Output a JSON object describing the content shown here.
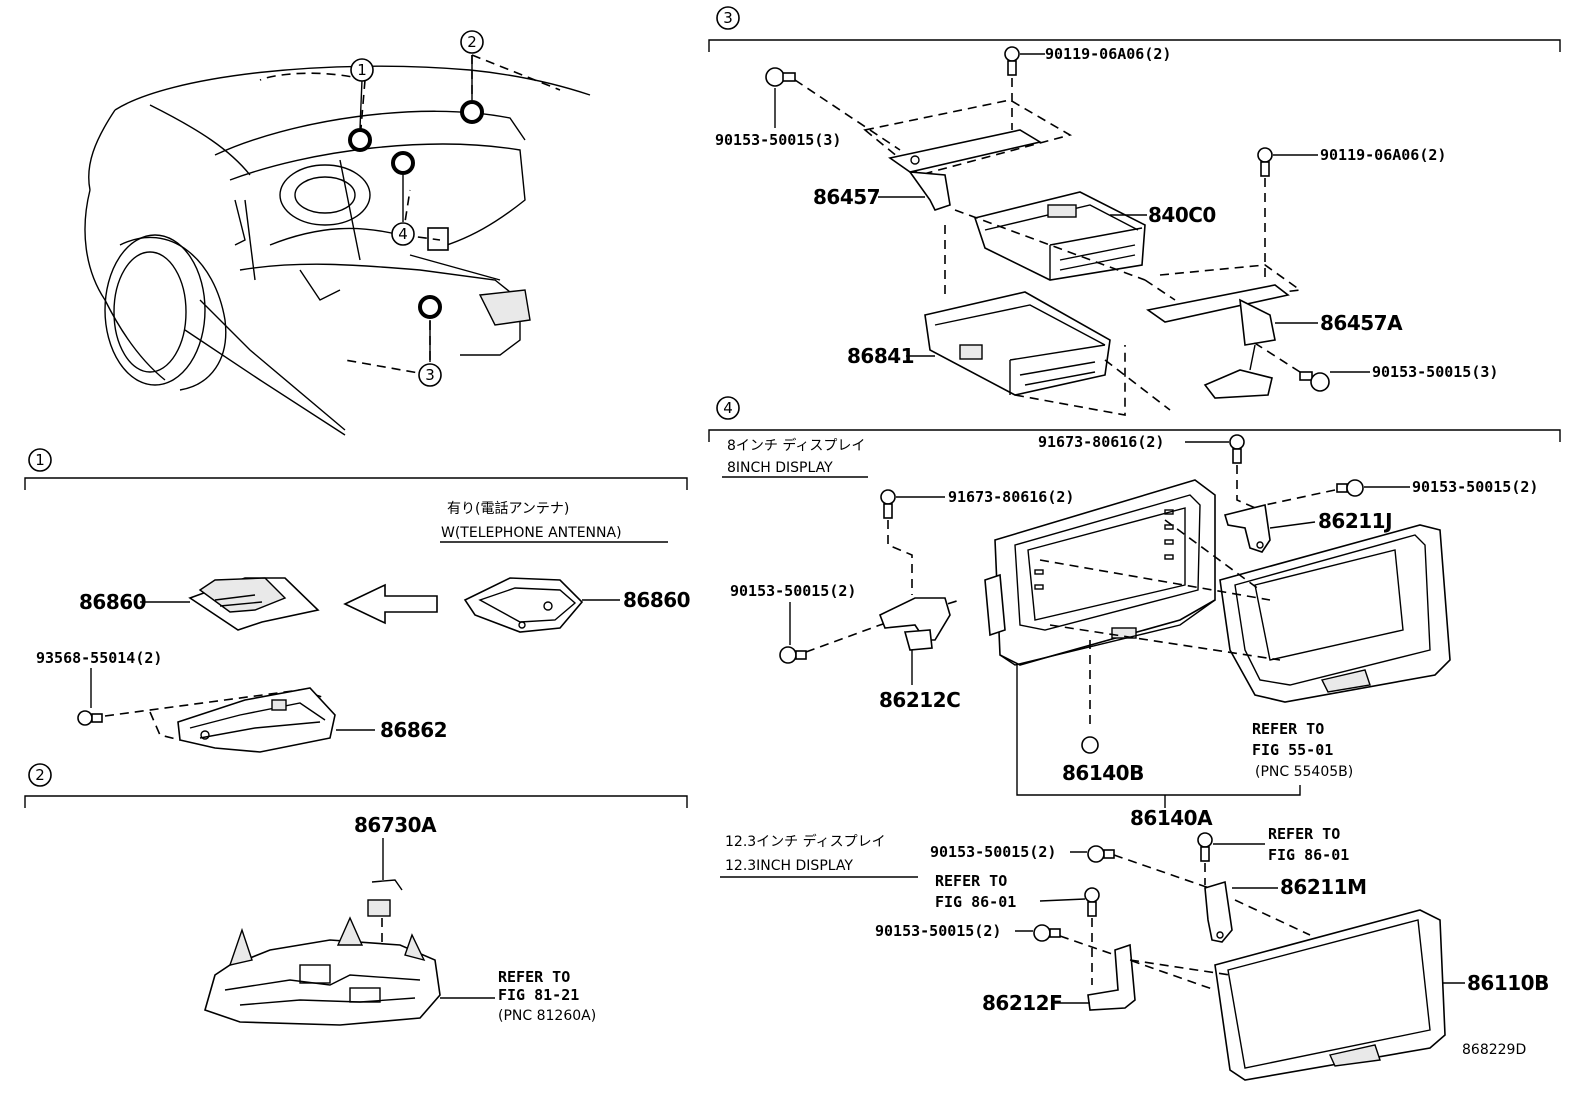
{
  "sections": {
    "s1": "1",
    "s2": "2",
    "s3": "3",
    "s4": "4"
  },
  "overview": {
    "c1": "1",
    "c2": "2",
    "c3": "3",
    "c4": "4"
  },
  "sec1": {
    "cond_jp": "有り(電話アンテナ)",
    "cond_en": "W(TELEPHONE ANTENNA)",
    "p86860_left": "86860",
    "p86860_right": "86860",
    "p93568": "93568-55014(2)",
    "p86862": "86862"
  },
  "sec2": {
    "p86730A": "86730A",
    "refer1": "REFER TO",
    "refer2": "FIG 81-21",
    "refer3": "(PNC 81260A)"
  },
  "sec3": {
    "p90119_a": "90119-06A06(2)",
    "p90153_a": "90153-50015(3)",
    "p86457": "86457",
    "p840C0": "840C0",
    "p90119_b": "90119-06A06(2)",
    "p86841": "86841",
    "p86457A": "86457A",
    "p90153_b": "90153-50015(3)"
  },
  "sec4": {
    "disp8_jp": "8インチ ディスプレイ",
    "disp8_en": "8INCH DISPLAY",
    "p91673_a": "91673-80616(2)",
    "p91673_b": "91673-80616(2)",
    "p90153_a": "90153-50015(2)",
    "p90153_b": "90153-50015(2)",
    "p86211J": "86211J",
    "p86212C": "86212C",
    "refer_a1": "REFER TO",
    "refer_a2": "FIG 55-01",
    "refer_a3": "(PNC 55405B)",
    "p86140B": "86140B",
    "p86140A": "86140A",
    "disp12_jp": "12.3インチ ディスプレイ",
    "disp12_en": "12.3INCH DISPLAY",
    "p90153_c": "90153-50015(2)",
    "refer_b1": "REFER TO",
    "refer_b2": "FIG 86-01",
    "refer_c1": "REFER TO",
    "refer_c2": "FIG 86-01",
    "p86211M": "86211M",
    "p90153_d": "90153-50015(2)",
    "p86110B": "86110B",
    "p86212F": "86212F"
  },
  "footer": {
    "code": "868229D"
  }
}
